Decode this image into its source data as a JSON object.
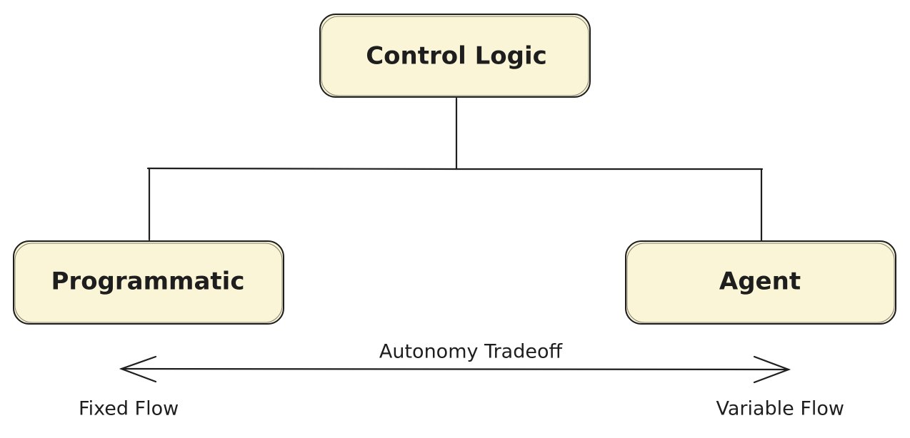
{
  "diagram": {
    "root": {
      "label": "Control Logic"
    },
    "left_child": {
      "label": "Programmatic"
    },
    "right_child": {
      "label": "Agent"
    },
    "spectrum": {
      "title": "Autonomy Tradeoff",
      "left_end": "Fixed Flow",
      "right_end": "Variable Flow"
    }
  },
  "colors": {
    "node_fill": "#fbf5d7",
    "stroke": "#1e1e1e",
    "background": "#ffffff"
  }
}
